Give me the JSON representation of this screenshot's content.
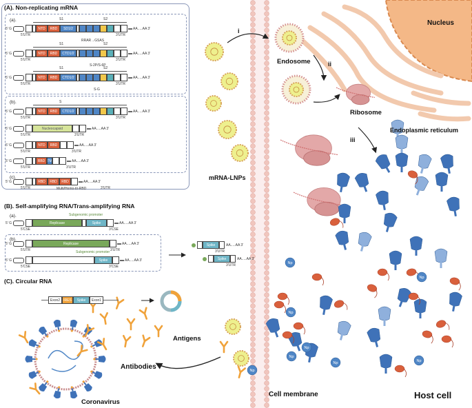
{
  "panel_a": {
    "title": "(A). Non-replicating mRNA",
    "sub_a": "(a).",
    "sub_b": "(b).",
    "sub_c": "(c).",
    "cap": "5' G",
    "tail": "AA.....AA 3'",
    "utr5": "5'UTR",
    "utr3": "3'UTR",
    "s1": "S1",
    "s2": "S2",
    "s": "S",
    "ntd": "NTD",
    "rbd": "RBD",
    "sd12": "SD1/2",
    "ctd12": "CTD1/2",
    "mut1": "RRAR→GSAS",
    "mut2": "S-2P/S-6P",
    "mut3": "S-G",
    "nucleocapsid": "Nucleocapsid",
    "multi_rbd": "Multi/Homo-tri-RBD",
    "tm": "TM"
  },
  "panel_b": {
    "title": "(B). Self-amplifying RNA/Trans-amplifying RNA",
    "sub_a": "(a).",
    "sub_b": "(b).",
    "replicase": "Replicase",
    "spike": "Spike",
    "sg_promoter": "Subgenomic promoter",
    "cse5": "5'CSE",
    "cse3": "3'CSE"
  },
  "panel_c": {
    "title": "(C). Circular RNA",
    "exon2": "Exon2",
    "ires": "IRES",
    "spike": "Spike",
    "exon1": "Exon1"
  },
  "labels": {
    "nucleus": "Nucleus",
    "endosome": "Endosome",
    "ribosome": "Ribosome",
    "er": "Endoplasmic reticulum",
    "lnp": "mRNA-LNPs",
    "antigens": "Antigens",
    "antibodies": "Antibodies",
    "coronavirus": "Coronavirus",
    "membrane": "Cell membrane",
    "host": "Host cell",
    "step_i": "i",
    "step_ii": "ii",
    "step_iii": "iii",
    "np": "Np",
    "ntd_rbd": "NTD RBD"
  },
  "colors": {
    "spike_blue": "#3f72b8",
    "spike_light": "#8fb0dc",
    "rbd_red": "#d9603c",
    "membrane": "#f1c6be",
    "nucleus": "#f4b887",
    "er": "#f6d6c0",
    "lnp_core": "#eef08e",
    "panel_border": "#8a97b8"
  }
}
